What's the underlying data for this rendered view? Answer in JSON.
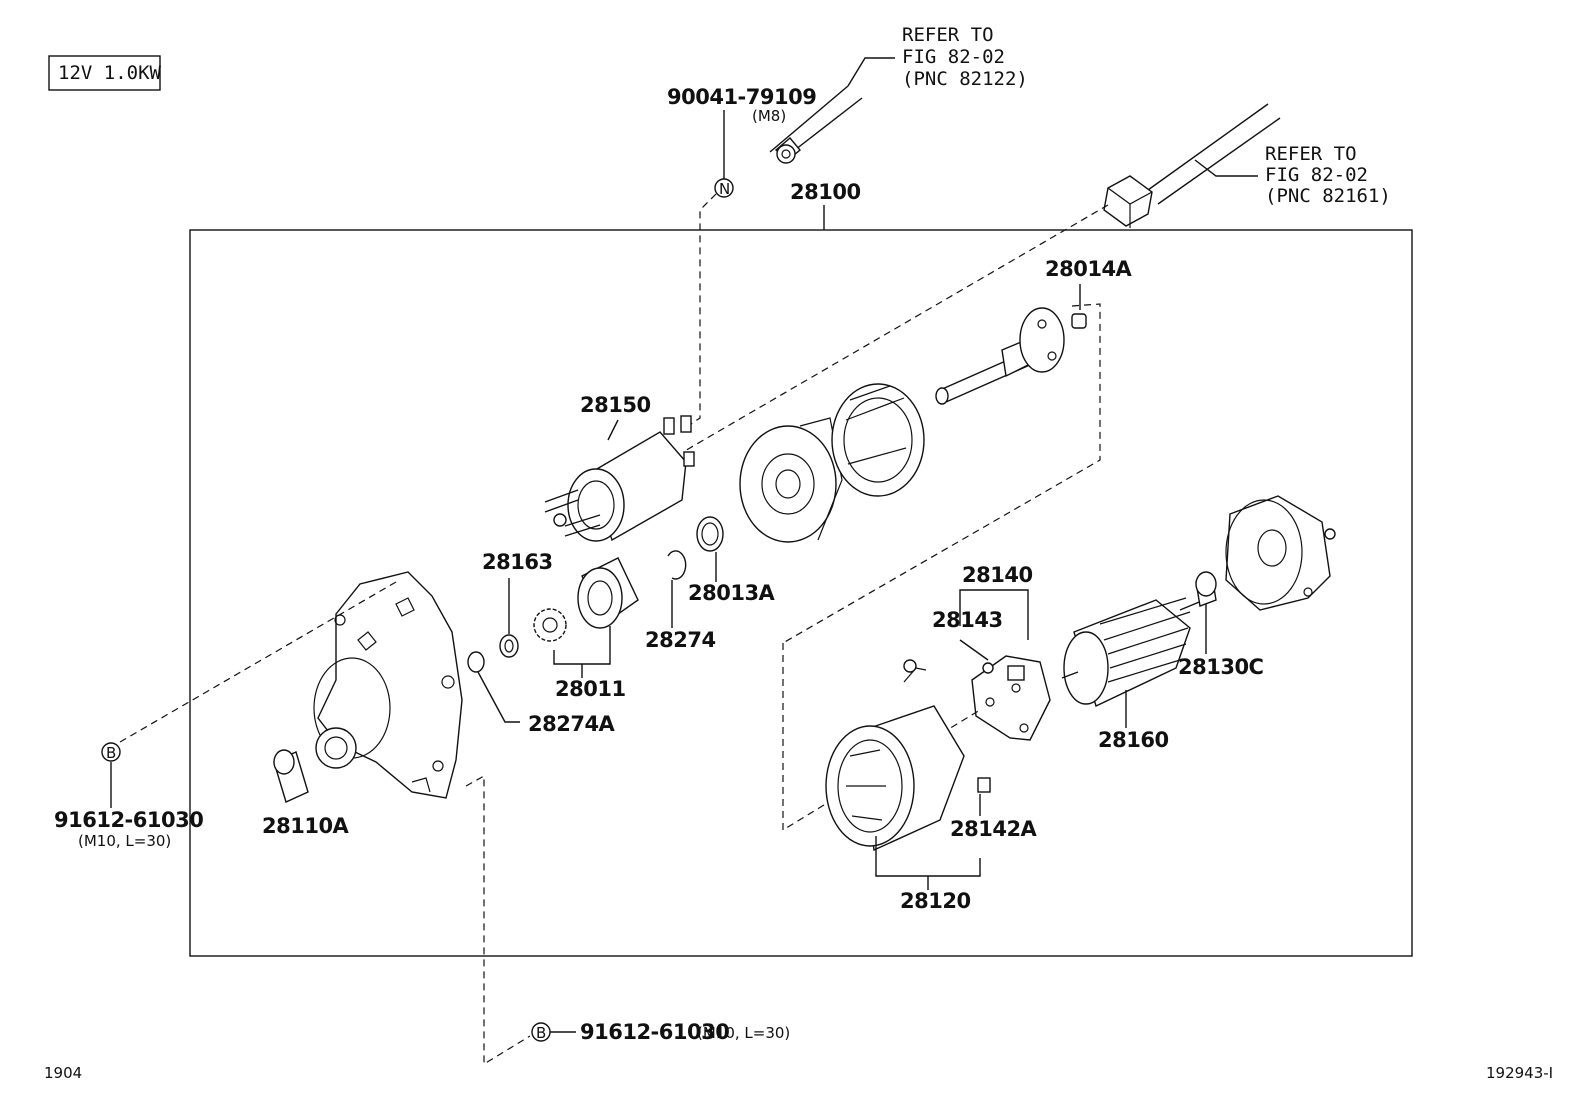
{
  "header": {
    "spec_box": "12V 1.0KW"
  },
  "refs": {
    "ref1": {
      "line1": "REFER TO",
      "line2": "FIG 82-02",
      "line3": "(PNC 82122)"
    },
    "ref2": {
      "line1": "REFER TO",
      "line2": "FIG 82-02",
      "line3": "(PNC 82161)"
    }
  },
  "symbols": {
    "n": "N",
    "b": "B"
  },
  "callouts": {
    "bolt_top": "90041-79109",
    "bolt_top_spec": "(M8)",
    "assembly": "28100",
    "p28150": "28150",
    "p28014A": "28014A",
    "p28163": "28163",
    "p28011": "28011",
    "p28274": "28274",
    "p28013A": "28013A",
    "p28274A": "28274A",
    "p28110A": "28110A",
    "p28140": "28140",
    "p28143": "28143",
    "p28130C": "28130C",
    "p28160": "28160",
    "p28142A": "28142A",
    "p28120": "28120",
    "bolt_left": "91612-61030",
    "bolt_left_spec": "(M10, L=30)",
    "bolt_bottom": "91612-61030",
    "bolt_bottom_spec": "(M10, L=30)"
  },
  "footer": {
    "left": "1904",
    "right": "192943-I"
  }
}
